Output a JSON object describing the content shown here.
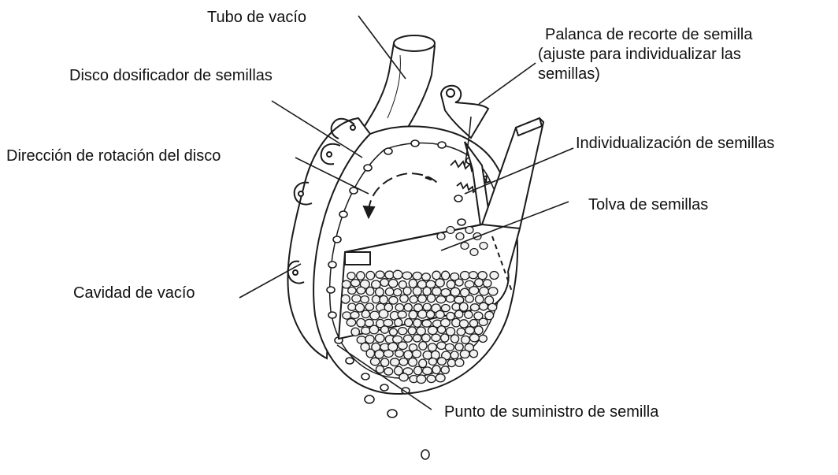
{
  "diagram": {
    "labels": {
      "tubo_vacio": "Tubo de vacío",
      "palanca_line1": "Palanca de recorte de semilla",
      "palanca_line2": "(ajuste para individualizar las",
      "palanca_line3": "semillas)",
      "disco_dosificador": "Disco dosificador de semillas",
      "direccion_rotacion": "Dirección de rotación del disco",
      "individualizacion": "Individualización de semillas",
      "tolva": "Tolva de semillas",
      "cavidad_vacio": "Cavidad de vacío",
      "punto_suministro": "Punto de suministro de semilla"
    },
    "colors": {
      "ink": "#1a1a1a",
      "paper": "#ffffff",
      "seed_fill": "#f2f2f2"
    }
  }
}
